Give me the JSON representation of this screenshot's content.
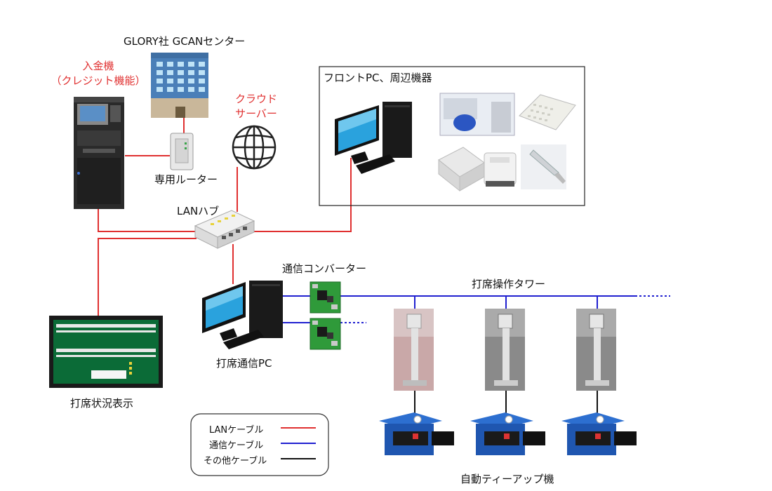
{
  "labels": {
    "gcan_center": "GLORY社 GCANセンター",
    "deposit_machine_line1": "入金機",
    "deposit_machine_line2": "（クレジット機能）",
    "cloud_server_line1": "クラウド",
    "cloud_server_line2": "サーバー",
    "router": "専用ルーター",
    "front_pc_box": "フロントPC、周辺機器",
    "lan_hub": "LANハブ",
    "comm_converter": "通信コンバーター",
    "tower": "打席操作タワー",
    "comm_pc": "打席通信PC",
    "status_display": "打席状況表示",
    "auto_teeup": "自動ティーアップ機"
  },
  "legend": [
    {
      "label": "LANケーブル",
      "color": "#e03030"
    },
    {
      "label": "通信ケーブル",
      "color": "#2020d0"
    },
    {
      "label": "その他ケーブル",
      "color": "#111111"
    }
  ],
  "colors": {
    "lan": "#e03030",
    "comm": "#2020d0",
    "other": "#111111",
    "highlight": "#e03030"
  }
}
